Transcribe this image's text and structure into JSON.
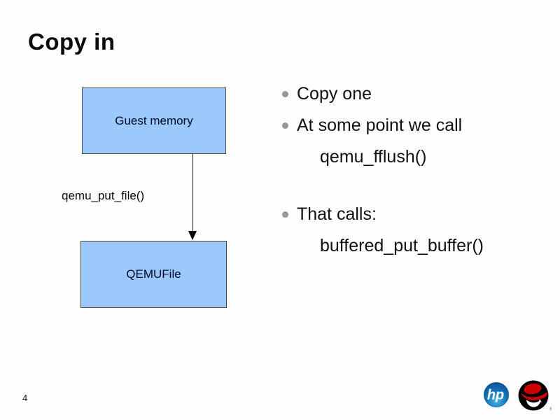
{
  "slide": {
    "title": "Copy in",
    "page_number": "4",
    "colors": {
      "background": "#fefefe",
      "box_fill": "#9cc9fb",
      "box_border": "#4a4a4a",
      "bullet_dot": "#979797",
      "text": "#000000",
      "hp_blue": "#1272b6",
      "redhat_red": "#cc0000"
    },
    "diagram": {
      "top_box_label": "Guest memory",
      "bottom_box_label": "QEMUFile",
      "arrow_label": "qemu_put_file()"
    },
    "bullets": {
      "item1": "Copy one",
      "item2": "At some point we call",
      "sub1": "qemu_fflush()",
      "item3": "That calls:",
      "sub2": "buffered_put_buffer()"
    },
    "footer": {
      "hp_logo_text": "hp",
      "redhat_reg_mark": "®"
    }
  }
}
